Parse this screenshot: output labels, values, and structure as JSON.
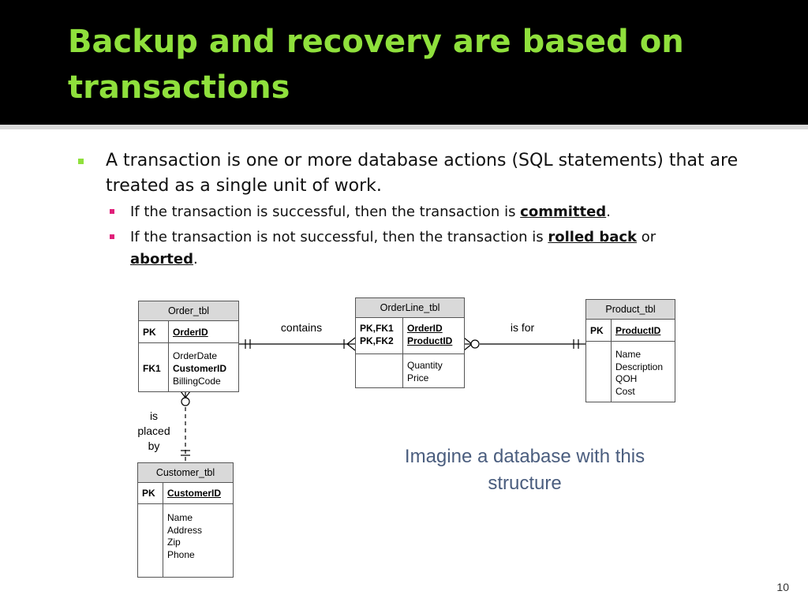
{
  "slide": {
    "title": "Backup and recovery are based on transactions",
    "bullet": "A transaction is one or more database actions (SQL statements) that are treated as a single unit of work.",
    "sub1": {
      "before": "If the transaction is successful, then the transaction is ",
      "keyword": "committed",
      "after": "."
    },
    "sub2": {
      "before": "If the transaction is not successful, then the transaction is ",
      "keyword": "rolled back",
      "mid": " or ",
      "keyword2": "aborted",
      "after": "."
    },
    "note": "Imagine a database with this structure",
    "page_number": "10"
  },
  "diagram": {
    "order": {
      "name": "Order_tbl",
      "pk_tag": "PK",
      "pk_field": "OrderID",
      "fk_tag": "FK1",
      "field1": "OrderDate",
      "fk_field": "CustomerID",
      "field3": "BillingCode"
    },
    "orderline": {
      "name": "OrderLine_tbl",
      "pk_tag1": "PK,FK1",
      "pk_tag2": "PK,FK2",
      "pk_field1": "OrderID",
      "pk_field2": "ProductID",
      "field1": "Quantity",
      "field2": "Price"
    },
    "product": {
      "name": "Product_tbl",
      "pk_tag": "PK",
      "pk_field": "ProductID",
      "field1": "Name",
      "field2": "Description",
      "field3": "QOH",
      "field4": "Cost"
    },
    "customer": {
      "name": "Customer_tbl",
      "pk_tag": "PK",
      "pk_field": "CustomerID",
      "field1": "Name",
      "field2": "Address",
      "field3": "Zip",
      "field4": "Phone"
    },
    "relationships": {
      "contains": "contains",
      "is_for": "is for",
      "placed_1": "is",
      "placed_2": "placed",
      "placed_3": "by"
    }
  },
  "colors": {
    "title": "#8fe03c",
    "bullet_l1": "#8fe03c",
    "bullet_l2": "#e0207a",
    "note": "#4a5d7e"
  }
}
